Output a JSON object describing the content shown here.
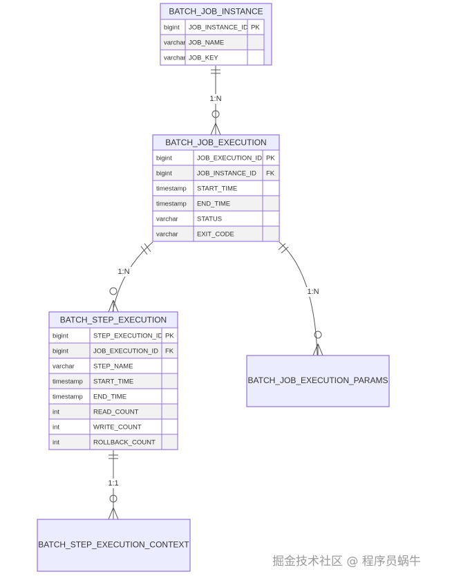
{
  "entities": {
    "job_instance": {
      "name": "BATCH_JOB_INSTANCE",
      "attributes": [
        {
          "type": "bigint",
          "name": "JOB_INSTANCE_ID",
          "key": "PK"
        },
        {
          "type": "varchar",
          "name": "JOB_NAME",
          "key": ""
        },
        {
          "type": "varchar",
          "name": "JOB_KEY",
          "key": ""
        }
      ]
    },
    "job_execution": {
      "name": "BATCH_JOB_EXECUTION",
      "attributes": [
        {
          "type": "bigint",
          "name": "JOB_EXECUTION_ID",
          "key": "PK"
        },
        {
          "type": "bigint",
          "name": "JOB_INSTANCE_ID",
          "key": "FK"
        },
        {
          "type": "timestamp",
          "name": "START_TIME",
          "key": ""
        },
        {
          "type": "timestamp",
          "name": "END_TIME",
          "key": ""
        },
        {
          "type": "varchar",
          "name": "STATUS",
          "key": ""
        },
        {
          "type": "varchar",
          "name": "EXIT_CODE",
          "key": ""
        }
      ]
    },
    "step_execution": {
      "name": "BATCH_STEP_EXECUTION",
      "attributes": [
        {
          "type": "bigint",
          "name": "STEP_EXECUTION_ID",
          "key": "PK"
        },
        {
          "type": "bigint",
          "name": "JOB_EXECUTION_ID",
          "key": "FK"
        },
        {
          "type": "varchar",
          "name": "STEP_NAME",
          "key": ""
        },
        {
          "type": "timestamp",
          "name": "START_TIME",
          "key": ""
        },
        {
          "type": "timestamp",
          "name": "END_TIME",
          "key": ""
        },
        {
          "type": "int",
          "name": "READ_COUNT",
          "key": ""
        },
        {
          "type": "int",
          "name": "WRITE_COUNT",
          "key": ""
        },
        {
          "type": "int",
          "name": "ROLLBACK_COUNT",
          "key": ""
        }
      ]
    },
    "job_execution_params": {
      "name": "BATCH_JOB_EXECUTION_PARAMS",
      "attributes": []
    },
    "step_execution_context": {
      "name": "BATCH_STEP_EXECUTION_CONTEXT",
      "attributes": []
    }
  },
  "relationships": [
    {
      "from": "job_instance",
      "to": "job_execution",
      "label": "1:N"
    },
    {
      "from": "job_execution",
      "to": "step_execution",
      "label": "1:N"
    },
    {
      "from": "job_execution",
      "to": "job_execution_params",
      "label": "1:N"
    },
    {
      "from": "step_execution",
      "to": "step_execution_context",
      "label": "1:1"
    }
  ],
  "watermark": "掘金技术社区 @ 程序员蜗牛",
  "colors": {
    "entity_fill": "#ececff",
    "entity_border": "#9370db",
    "line": "#555555"
  }
}
